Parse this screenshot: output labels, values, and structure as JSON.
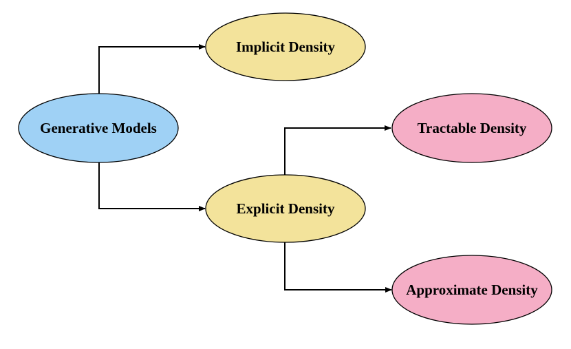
{
  "colors": {
    "root_fill": "#9fd1f5",
    "branch_fill": "#f3e39b",
    "leaf_fill": "#f5aec6",
    "stroke": "#000000"
  },
  "nodes": {
    "generative_models": "Generative Models",
    "implicit_density": "Implicit Density",
    "explicit_density": "Explicit Density",
    "tractable_density": "Tractable Density",
    "approximate_density": "Approximate Density"
  }
}
